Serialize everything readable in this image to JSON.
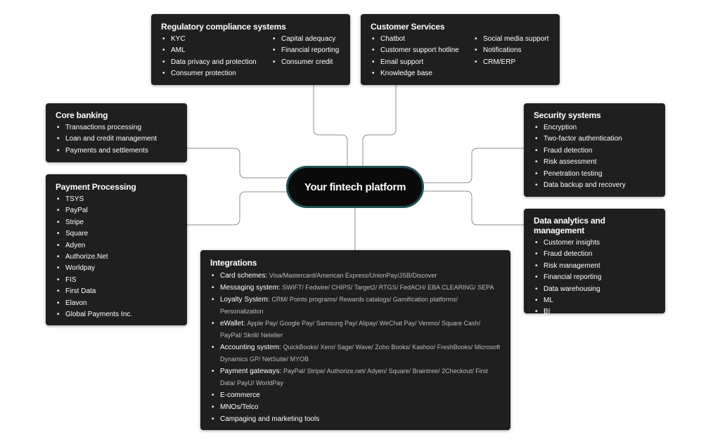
{
  "center": {
    "title": "Your fintech platform"
  },
  "regulatory": {
    "title": "Regulatory compliance systems",
    "col1": [
      "KYC",
      "AML",
      "Data privacy and protection",
      "Consumer protection"
    ],
    "col2": [
      "Capital adequacy",
      "Financial reporting",
      "Consumer credit"
    ]
  },
  "customer_services": {
    "title": "Customer Services",
    "col1": [
      "Chatbot",
      "Customer support hotline",
      "Email support",
      "Knowledge base"
    ],
    "col2": [
      "Social media support",
      "Notifications",
      "CRM/ERP"
    ]
  },
  "core_banking": {
    "title": "Core banking",
    "items": [
      "Transactions processing",
      "Loan and credit management",
      "Payments and settlements"
    ]
  },
  "payment_processing": {
    "title": "Payment Processing",
    "items": [
      "TSYS",
      "PayPal",
      "Stripe",
      "Square",
      "Adyen",
      "Authorize.Net",
      "Worldpay",
      "FIS",
      "First Data",
      "Elavon",
      "Global Payments Inc."
    ]
  },
  "security": {
    "title": "Security systems",
    "items": [
      "Encryption",
      "Two-factor authentication",
      "Fraud detection",
      "Risk assessment",
      "Penetration testing",
      "Data backup and recovery"
    ]
  },
  "data_analytics": {
    "title": "Data analytics and management",
    "items": [
      "Customer insights",
      "Fraud detection",
      "Risk management",
      "Financial reporting",
      "Data warehousing",
      "ML",
      "BI"
    ]
  },
  "integrations": {
    "title": "Integrations",
    "items": [
      {
        "label": "Card schemes:",
        "detail": "Visa/Mastercard/American Express/UnionPay/JSB/Discover"
      },
      {
        "label": "Messaging system:",
        "detail": "SWIFT/ Fedwire/ CHIPS/ Target2/ RTGS/ FedACH/ EBA CLEARING/ SEPA"
      },
      {
        "label": "Loyalty System:",
        "detail": "CRM/ Points programs/ Rewards catalogs/ Gamification platforms/ Personalization"
      },
      {
        "label": "eWallet:",
        "detail": "Apple Pay/ Google Pay/ Samsung Pay/ Alipay/ WeChat Pay/ Venmo/ Square Cash/ PayPal/ Skrill/ Neteller"
      },
      {
        "label": "Accounting system:",
        "detail": "QuickBooks/ Xero/ Sage/ Wave/ Zoho Books/ Kashoo/ FreshBooks/ Microsoft Dynamics GP/ NetSuite/ MYOB"
      },
      {
        "label": "Payment gateways:",
        "detail": "PayPal/ Stripe/ Authorize.net/ Adyen/ Square/ Braintree/ 2Checkout/ First Data/ PayU/ WorldPay"
      },
      {
        "label": "E-commerce",
        "detail": ""
      },
      {
        "label": "MNOs/Telco",
        "detail": ""
      },
      {
        "label": "Campaging and marketing tools",
        "detail": ""
      }
    ]
  }
}
